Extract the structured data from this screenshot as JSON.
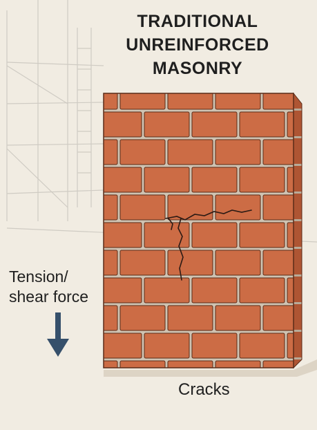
{
  "title": {
    "line1": "TRADITIONAL",
    "line2": "UNREINFORCED",
    "line3": "MASONRY"
  },
  "force_label": {
    "line1": "Tension/",
    "line2": "shear force"
  },
  "crack_label": "Cracks",
  "colors": {
    "background": "#f1ece2",
    "brick": "#cc6c45",
    "brick_side": "#ae5533",
    "mortar": "#cfc3b2",
    "arrow": "#36506b",
    "scaffold": "#cfcbc3"
  }
}
